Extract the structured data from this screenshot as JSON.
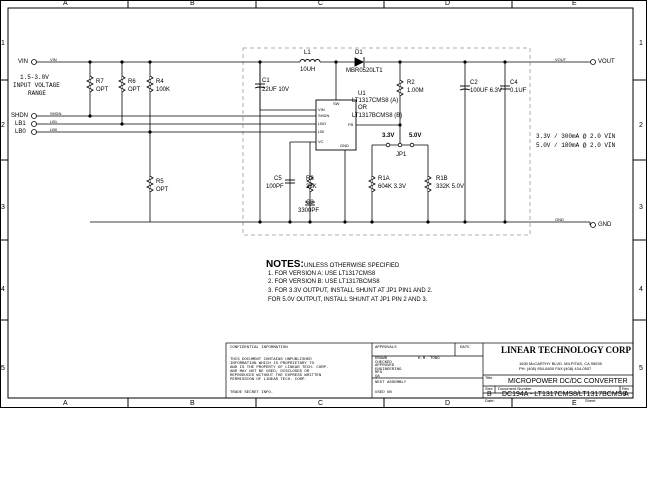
{
  "grid": {
    "cols": [
      "A",
      "B",
      "C",
      "D",
      "E"
    ],
    "rows": [
      "1",
      "2",
      "3",
      "4",
      "5"
    ]
  },
  "ports": {
    "vin": "VIN",
    "shdn": "SHDN",
    "lb1": "LB1",
    "lb0": "LB0",
    "vout": "VOUT",
    "gnd": "GND"
  },
  "nets": {
    "vin_small": "VIN",
    "shdn_small": "SHDN",
    "lb1_small": "LB1",
    "lb0_small": "LB0",
    "vout_small": "VOUT",
    "gnd_small": "GND"
  },
  "input_note": [
    "1.5-3.0V",
    "INPUT VOLTAGE",
    "RANGE"
  ],
  "output_specs": [
    "3.3V / 300mA @ 2.0 VIN",
    "5.0V / 180mA @ 2.0 VIN"
  ],
  "components": {
    "r7": [
      "R7",
      "OPT"
    ],
    "r6": [
      "R6",
      "OPT"
    ],
    "r4": [
      "R4",
      "100K"
    ],
    "r5": [
      "R5",
      "OPT"
    ],
    "c1": [
      "C1",
      "22UF 10V"
    ],
    "l1": [
      "L1",
      "10UH"
    ],
    "d1": [
      "D1",
      "MBR0520LT1"
    ],
    "u1": [
      "U1",
      "LT1317CMS8 (A)",
      "OR",
      "LT1317BCMS8 (B)"
    ],
    "r2": [
      "R2",
      "1.00M"
    ],
    "c2": [
      "C2",
      "100UF 6.3V"
    ],
    "c4": [
      "C4",
      "0.1UF"
    ],
    "c5": [
      "C5",
      "100PF"
    ],
    "r3": [
      "R3",
      "33K"
    ],
    "c3": [
      "C3",
      "3300PF"
    ],
    "jp1": [
      "JP1",
      "3.3V",
      "5.0V"
    ],
    "r1a": [
      "R1A",
      "604K 3.3V"
    ],
    "r1b": [
      "R1B",
      "332K 5.0V"
    ]
  },
  "ic_pins": [
    "VIN",
    "SHDN",
    "LBO",
    "LBI",
    "VC",
    "SW",
    "FB",
    "GND"
  ],
  "notes": {
    "heading": "NOTES:",
    "subheading": "UNLESS OTHERWISE SPECIFIED",
    "items": [
      "1.  FOR VERSION A:  USE LT1317CMS8",
      "2.  FOR VERSION B:  USE LT1317BCMS8",
      "3.  FOR 3.3V OUTPUT, INSTALL SHUNT AT JP1 PIN1 AND 2.",
      "     FOR 5.0V OUTPUT, INSTALL SHUNT AT JP1 PIN 2 AND 3."
    ]
  },
  "title_block": {
    "confidential": "CONFIDENTIAL INFORMATION",
    "disclaimer": [
      "THIS DOCUMENT CONTAINS UNPUBLISHED",
      "INFORMATION WHICH IS PROPRIETARY TO",
      "AND IS THE PROPERTY OF LINEAR TECH. CORP.",
      "AND MAY NOT BE USED, DISCLOSED OR",
      "REPRODUCED WITHOUT THE EXPRESS WRITTEN",
      "PERMISSION OF LINEAR TECH. CORP."
    ],
    "trade_secret": "TRADE SECRET INFO.",
    "approvals": "APPROVALS",
    "date": "DATE",
    "approval_rows": [
      "DRAWN",
      "CHECKED",
      "APPROVED",
      "ENGINEERING",
      "MFG",
      "QA"
    ],
    "drawn_by": "K.M. TONG",
    "next_assembly": "NEXT ASSEMBLY",
    "used_on": "USED ON",
    "company": "LINEAR TECHNOLOGY CORP",
    "address1": "1630 McCARTHY BLVD. MILPITAS, CA 95035",
    "address2": "PH: (408) 954-8400  FAX:(408) 434-0507",
    "title_label": "Title",
    "title": "MICROPOWER DC/DC CONVERTER",
    "size_label": "Size",
    "size": "B",
    "docnum_label": "Document Number",
    "docnum": "DC194A - LT1317CMS8/LT1317BCMS8",
    "rev_label": "Rev",
    "rev": "A",
    "date_label": "Date:",
    "sheet_label": "Sheet"
  }
}
